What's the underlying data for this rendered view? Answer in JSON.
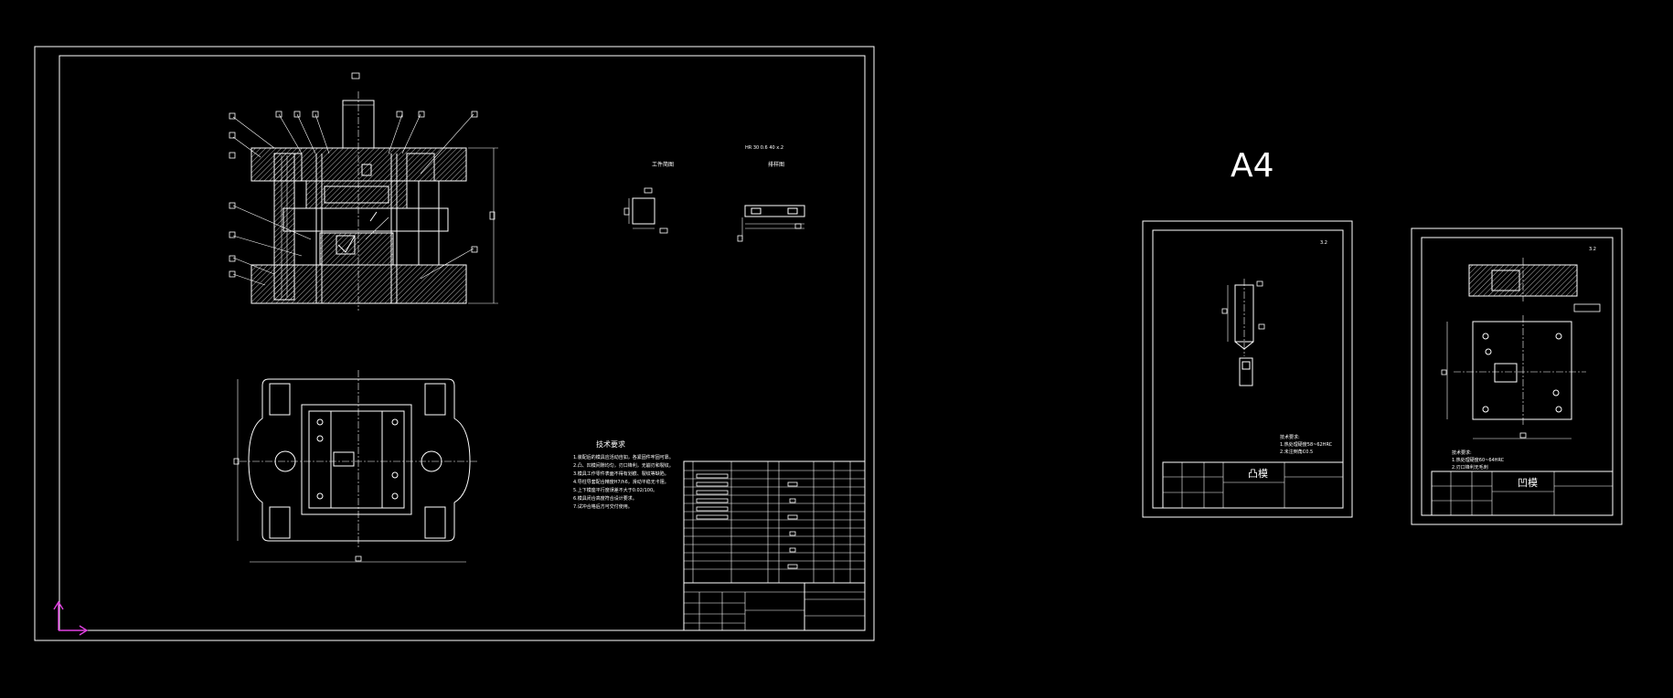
{
  "sheet_size_label": "A4",
  "main_drawing": {
    "technical_requirements_title": "技术要求",
    "technical_requirements": [
      "1.装配后的模具应活动自如，各紧固件牢固可靠。",
      "2.凸、凹模间隙均匀，刃口锋利，无崩刃和裂纹。",
      "3.模具工作零件表面不得有划痕、裂纹等缺陷。",
      "4.导柱导套配合精度H7/h6，滑动平稳无卡阻。",
      "5.上下模座平行度误差不大于0.02/100。",
      "6.模具闭合高度符合设计要求。",
      "7.试冲合格后方可交付使用。"
    ],
    "part_sketch_title": "工件简图",
    "layout_title": "排样图"
  },
  "punch_sheet": {
    "title": "凸模",
    "note_title": "技术要求:",
    "notes": [
      "1.热处理硬度58~62HRC",
      "2.未注倒角C0.5"
    ]
  },
  "die_sheet": {
    "title": "凹模",
    "note_title": "技术要求:",
    "notes": [
      "1.热处理硬度60~64HRC",
      "2.刃口锋利无毛刺"
    ]
  },
  "colors": {
    "background": "#000000",
    "lines": "#ffffff",
    "ucs_icon": "#e040e0"
  }
}
